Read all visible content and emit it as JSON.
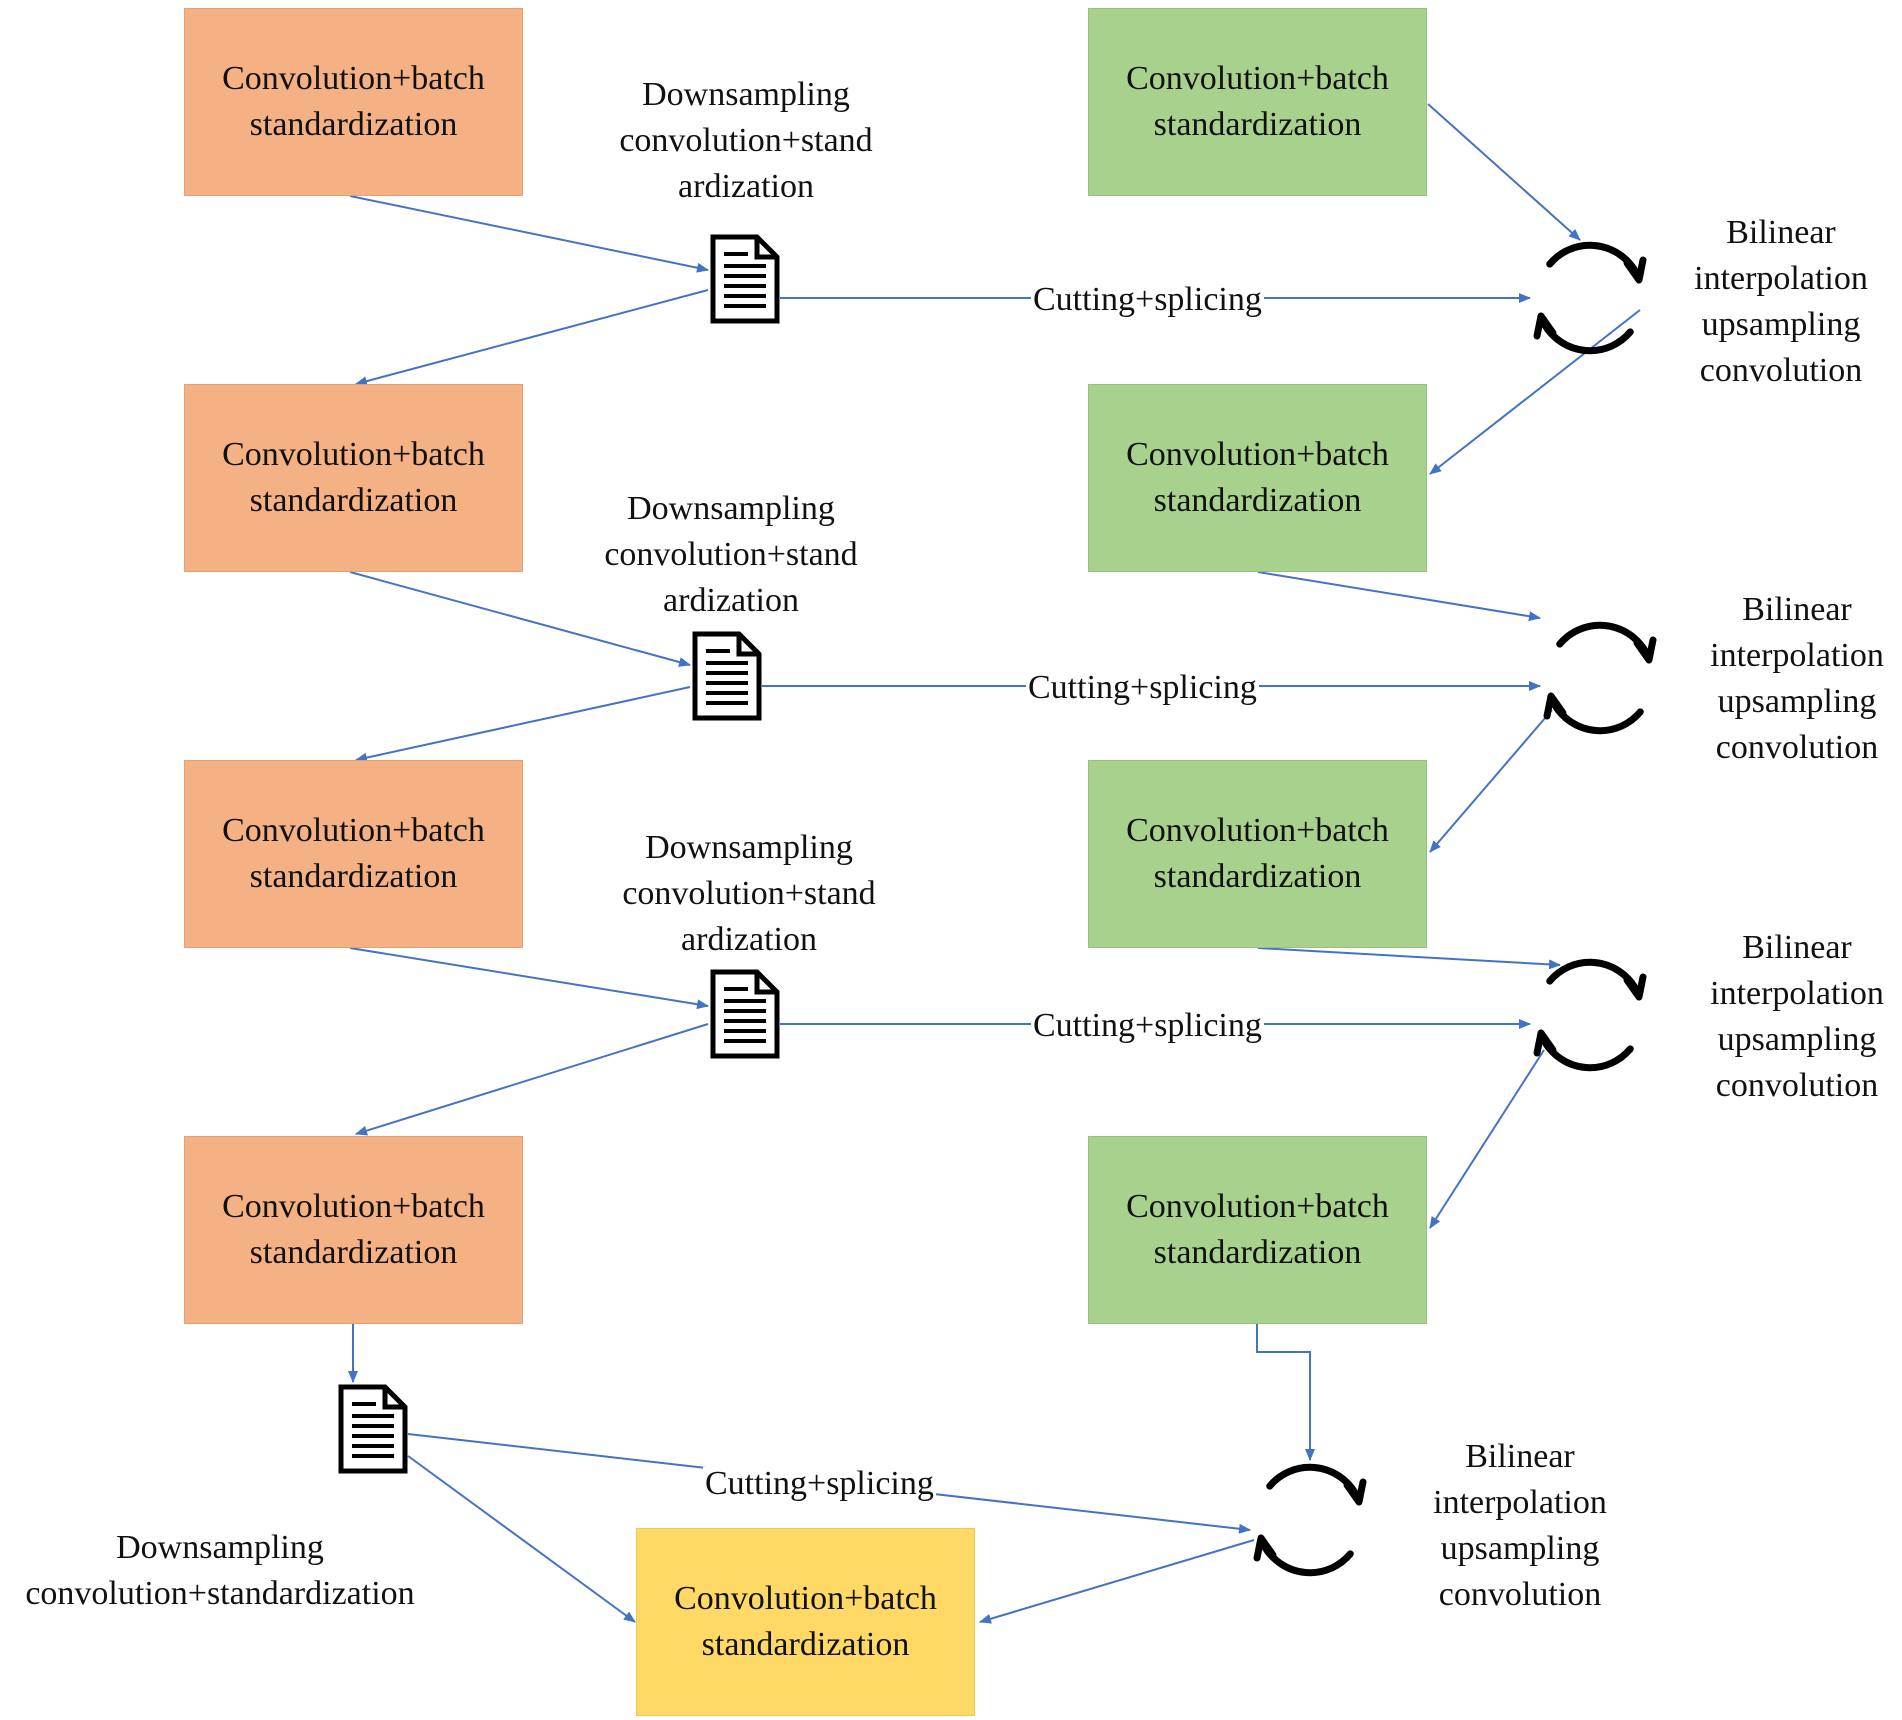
{
  "nodes": {
    "encoder": [
      {
        "line1": "Convolution+batch",
        "line2": "standardization"
      },
      {
        "line1": "Convolution+batch",
        "line2": "standardization"
      },
      {
        "line1": "Convolution+batch",
        "line2": "standardization"
      },
      {
        "line1": "Convolution+batch",
        "line2": "standardization"
      }
    ],
    "decoder": [
      {
        "line1": "Convolution+batch",
        "line2": "standardization"
      },
      {
        "line1": "Convolution+batch",
        "line2": "standardization"
      },
      {
        "line1": "Convolution+batch",
        "line2": "standardization"
      },
      {
        "line1": "Convolution+batch",
        "line2": "standardization"
      }
    ],
    "final": {
      "line1": "Convolution+batch",
      "line2": "standardization"
    }
  },
  "downsampling_labels": [
    {
      "line1": "Downsampling",
      "line2": "convolution+stand",
      "line3": "ardization"
    },
    {
      "line1": "Downsampling",
      "line2": "convolution+stand",
      "line3": "ardization"
    },
    {
      "line1": "Downsampling",
      "line2": "convolution+stand",
      "line3": "ardization"
    },
    {
      "line1": "Downsampling",
      "line2": "convolution+standardization"
    }
  ],
  "upsampling_labels": [
    {
      "line1": "Bilinear",
      "line2": "interpolation",
      "line3": "upsampling",
      "line4": "convolution"
    },
    {
      "line1": "Bilinear",
      "line2": "interpolation",
      "line3": "upsampling",
      "line4": "convolution"
    },
    {
      "line1": "Bilinear",
      "line2": "interpolation",
      "line3": "upsampling",
      "line4": "convolution"
    },
    {
      "line1": "Bilinear",
      "line2": "interpolation",
      "line3": "upsampling",
      "line4": "convolution"
    }
  ],
  "edge_labels": [
    "Cutting+splicing",
    "Cutting+splicing",
    "Cutting+splicing",
    "Cutting+splicing"
  ],
  "icons": {
    "downsampling": "document-icon",
    "upsampling": "refresh-cycle-icon"
  },
  "colors": {
    "encoder_fill": "#f4b183",
    "decoder_fill": "#a9d18e",
    "final_fill": "#ffd966",
    "arrow": "#4472c4",
    "icon": "#000000"
  }
}
